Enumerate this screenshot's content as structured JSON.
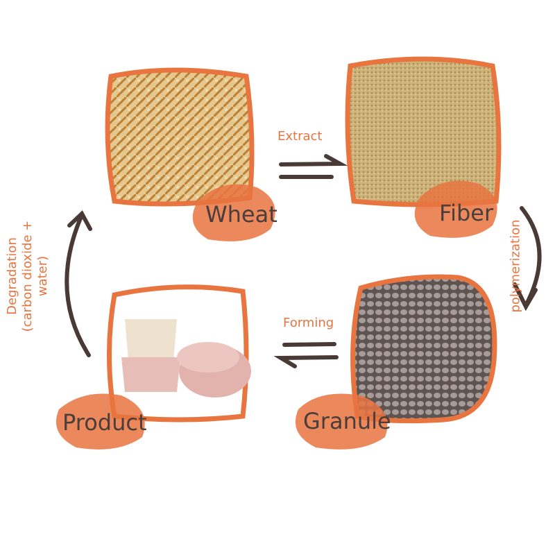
{
  "colors": {
    "accent": "#e8743f",
    "ink": "#4a3a36",
    "wheat": "#d9a45a",
    "fiber": "#cdb27a",
    "granule": "#8f8482",
    "product": "#e9c9c3"
  },
  "nodes": {
    "wheat": "Wheat",
    "fiber": "Fiber",
    "granule": "Granule",
    "product": "Product"
  },
  "steps": {
    "extract": "Extract",
    "polymerization": "polymerization",
    "forming": "Forming",
    "degradation_line1": "Degradation",
    "degradation_line2": "(carbon dioxide + water)"
  }
}
